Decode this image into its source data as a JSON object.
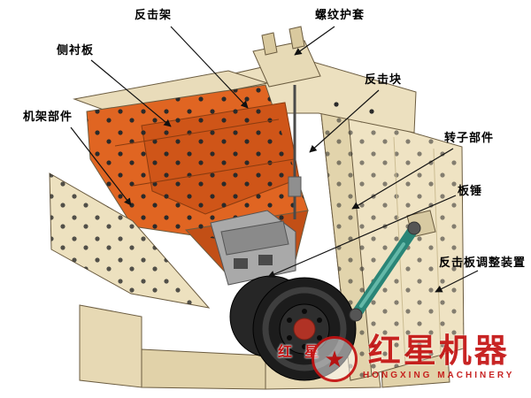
{
  "diagram": {
    "type": "impact-crusher-cutaway",
    "labels": [
      {
        "id": "impact-frame",
        "text": "反击架"
      },
      {
        "id": "threaded-sleeve",
        "text": "螺纹护套"
      },
      {
        "id": "side-liner-plate",
        "text": "侧衬板"
      },
      {
        "id": "impact-block",
        "text": "反击块"
      },
      {
        "id": "frame-component",
        "text": "机架部件"
      },
      {
        "id": "rotor-component",
        "text": "转子部件"
      },
      {
        "id": "blow-bar",
        "text": "板锤"
      },
      {
        "id": "impact-plate-adjuster",
        "text": "反击板调整装置"
      }
    ],
    "colors": {
      "body_cream": "#efe3c3",
      "liner_orange": "#e06522",
      "cylinder_teal": "#2a8577",
      "hub_red": "#b03225",
      "brand_red": "#c41212"
    }
  },
  "watermark": {
    "logo_glyph": "★",
    "brand_cn": "红星机器",
    "brand_en": "HONGXING MACHINERY",
    "small_cn": "红星"
  }
}
